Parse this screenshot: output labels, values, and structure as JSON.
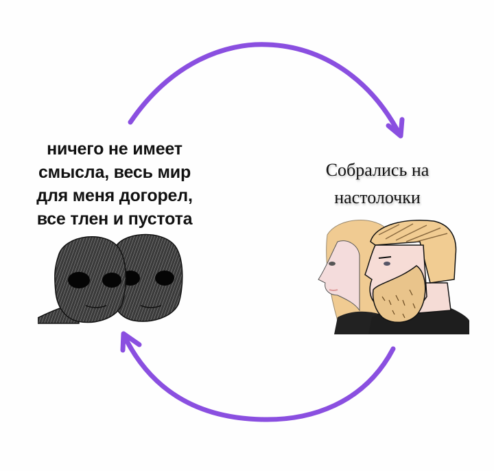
{
  "meme": {
    "type": "cycle-diagram",
    "left_panel": {
      "caption_lines": [
        "ничего не имеет",
        "смысла, весь мир",
        "для меня догорел,",
        "все тлен и пустота"
      ],
      "figure": "withered-wojak-pair"
    },
    "right_panel": {
      "caption_lines": [
        "Собрались на",
        "настолочки"
      ],
      "figure": "yes-chad-and-nordic-girl"
    },
    "arrows": {
      "color": "#8a4fe0",
      "top": "arrow-left-to-right",
      "bottom": "arrow-right-to-left"
    }
  }
}
